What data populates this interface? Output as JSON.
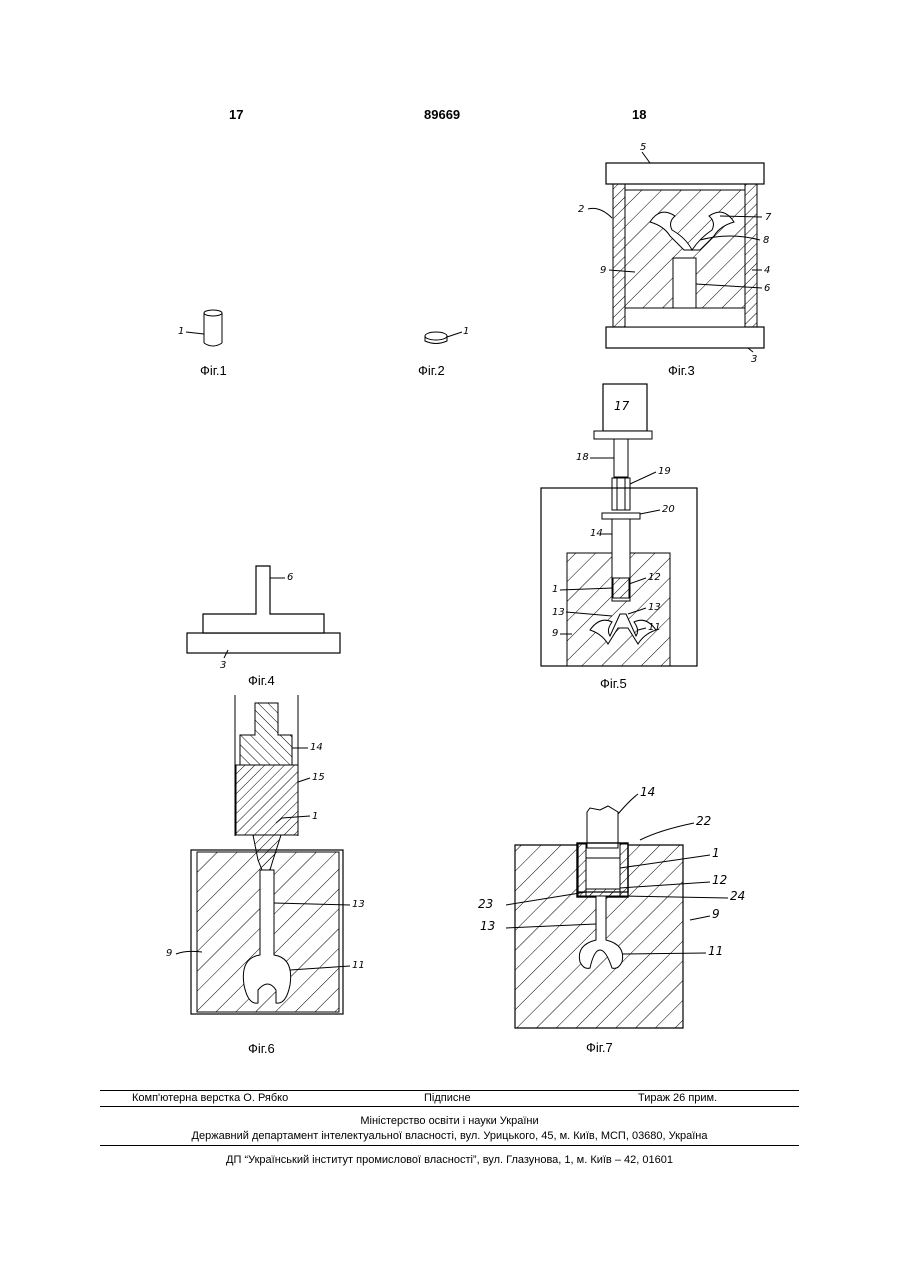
{
  "header": {
    "page_left": "17",
    "patent_number": "89669",
    "page_right": "18"
  },
  "figures": {
    "fig1": {
      "caption": "Фіг.1",
      "labels": [
        "1"
      ]
    },
    "fig2": {
      "caption": "Фіг.2",
      "labels": [
        "1"
      ]
    },
    "fig3": {
      "caption": "Фіг.3",
      "labels": [
        "5",
        "2",
        "7",
        "8",
        "9",
        "4",
        "6",
        "3"
      ]
    },
    "fig4": {
      "caption": "Фіг.4",
      "labels": [
        "6",
        "3"
      ]
    },
    "fig5": {
      "caption": "Фіг.5",
      "labels": [
        "17",
        "18",
        "19",
        "20",
        "14",
        "1",
        "12",
        "13",
        "13",
        "11",
        "9"
      ]
    },
    "fig6": {
      "caption": "Фіг.6",
      "labels": [
        "14",
        "15",
        "1",
        "13",
        "9",
        "11"
      ]
    },
    "fig7": {
      "caption": "Фіг.7",
      "labels": [
        "14",
        "22",
        "1",
        "12",
        "23",
        "24",
        "13",
        "9",
        "11"
      ]
    }
  },
  "footer": {
    "layout": "Комп'ютерна верстка О. Рябко",
    "signed": "Підписне",
    "circulation": "Тираж 26 прим.",
    "ministry": "Міністерство освіти і науки України",
    "department": "Державний департамент інтелектуальної власності, вул. Урицького, 45, м. Київ, МСП, 03680, Україна",
    "institute": "ДП “Український інститут промислової власності”, вул. Глазунова, 1, м. Київ – 42, 01601"
  }
}
